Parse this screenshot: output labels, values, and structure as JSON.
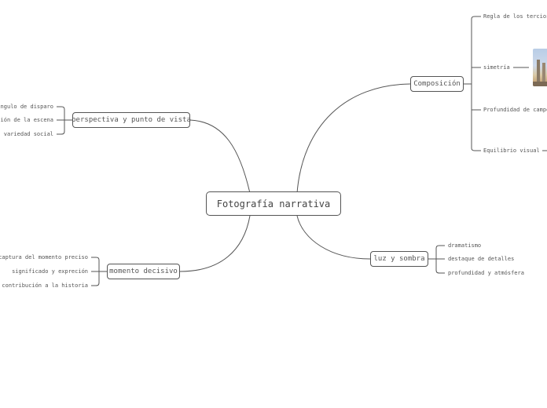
{
  "central": {
    "title": "Fotografía narrativa"
  },
  "branches": {
    "composicion": {
      "label": "Composición",
      "items": [
        "Regla de los tercios",
        "simetría",
        "Profundidad de campo",
        "Equilibrio visual"
      ]
    },
    "perspectiva": {
      "label": "perspectiva y punto de vista",
      "items": [
        "ángulo de disparo",
        "posición de la escena",
        "variedad social"
      ]
    },
    "momento": {
      "label": "momento decisivo",
      "items": [
        "captura del momento preciso",
        "significado y expreción",
        "contribución a la historia"
      ]
    },
    "luz": {
      "label": "luz y sombra",
      "items": [
        "dramatismo",
        "destaque de detalles",
        "profundidad y atmósfera"
      ]
    }
  },
  "colors": {
    "line": "#555555",
    "border": "#555555",
    "text": "#444444"
  },
  "icons": {
    "simetria_image": "building-photo-thumbnail"
  }
}
